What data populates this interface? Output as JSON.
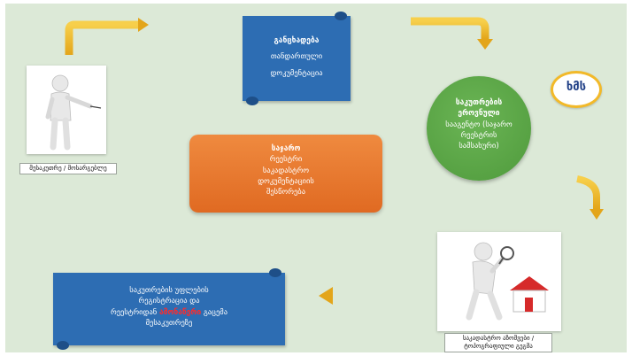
{
  "colors": {
    "background": "#dce9d7",
    "scroll_blue": "#2d6db3",
    "orange": "#e9772d",
    "green": "#5aa646",
    "arrow_gold": "#f2b929",
    "highlight_red": "#e8232a"
  },
  "logo": {
    "text": "ხმს"
  },
  "top_scroll": {
    "line1": "განცხადება",
    "line2": "თანდართული",
    "line3": "დოკუმენტაცია"
  },
  "green_circle": {
    "line1": "საკუთრების",
    "line2": "ეროვნული",
    "line3": "სააგენტო (საჯარო",
    "line4": "რეესტრის",
    "line5": "სამსახური)"
  },
  "center_box": {
    "line1": "საჯარო",
    "line2": "რეესტრი",
    "line3": "საკადასტრო",
    "line4": "დოკუმენტაციის",
    "line5": "შესწორება"
  },
  "bottom_scroll": {
    "line1": "საკუთრების უფლების",
    "line2": "რეგისტრაცია და",
    "line3_before": "რეესტრიდან ",
    "line3_highlight": "ამონაწერი",
    "line3_after": " გაცემა",
    "line4": "მესაკუთრეზე"
  },
  "captions": {
    "left_person": "მესაკუთრე / მოსარგებლე",
    "bottom_person": "საკადასტრო აზომვები / ტოპოგრაფიული გეგმა"
  }
}
